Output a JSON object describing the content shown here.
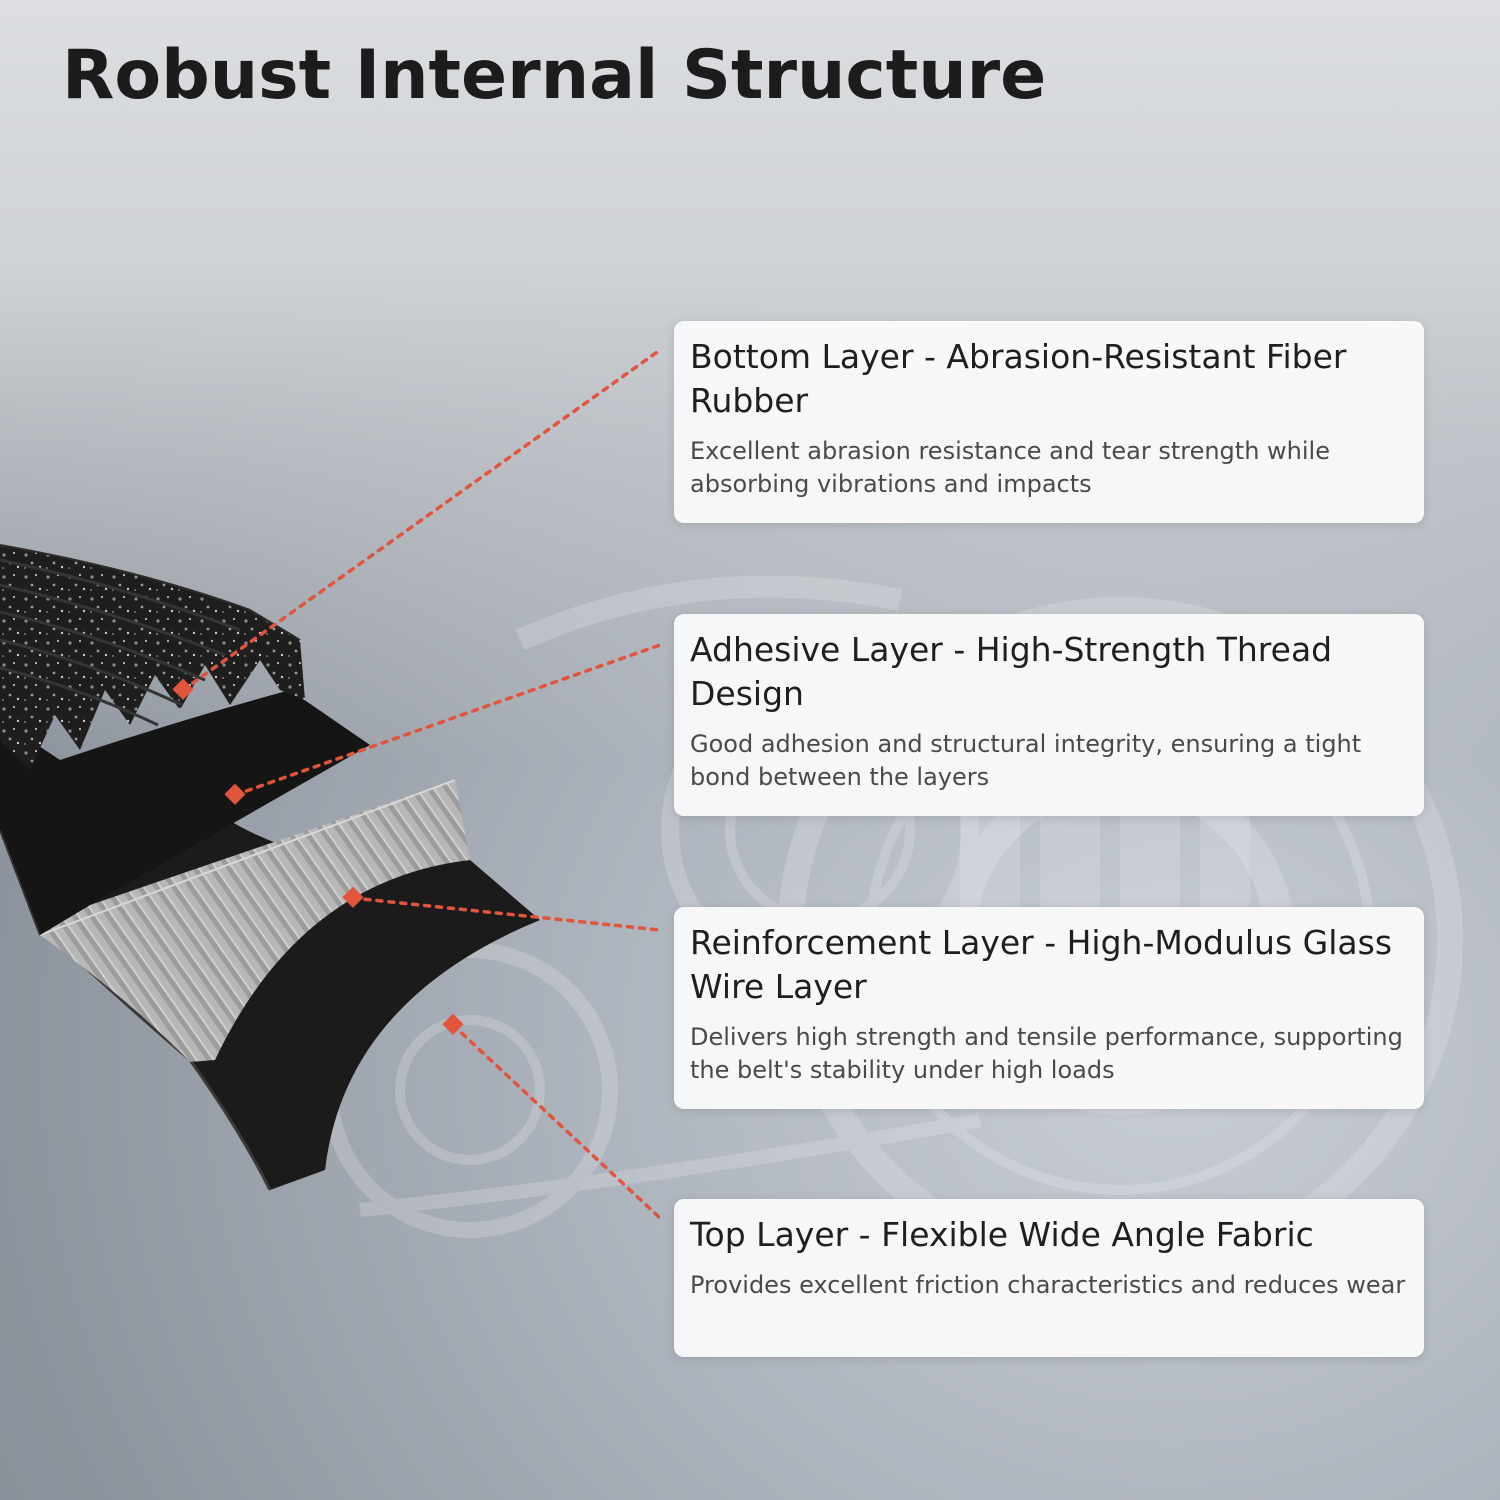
{
  "title": "Robust Internal Structure",
  "accent_color": "#e0553b",
  "layers": [
    {
      "title": "Bottom Layer - Abrasion-Resistant Fiber Rubber",
      "description": "Excellent abrasion resistance and tear strength while absorbing vibrations and impacts"
    },
    {
      "title": "Adhesive Layer - High-Strength Thread Design",
      "description": "Good adhesion and structural integrity, ensuring a tight bond between the layers"
    },
    {
      "title": "Reinforcement Layer - High-Modulus Glass Wire Layer",
      "description": "Delivers high strength and tensile performance, supporting the belt's stability under high loads"
    },
    {
      "title": "Top Layer - Flexible Wide Angle Fabric",
      "description": "Provides excellent friction characteristics and reduces wear"
    }
  ]
}
